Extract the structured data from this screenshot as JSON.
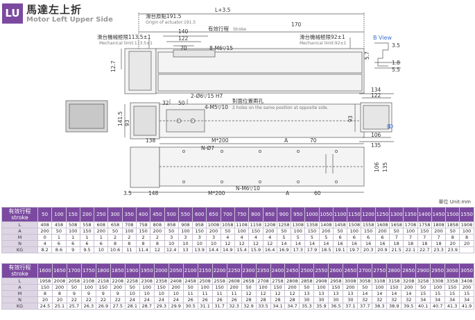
{
  "header": {
    "code": "LU",
    "title_cn": "馬達左上折",
    "title_en": "Motor Left Upper Side"
  },
  "drawing": {
    "labels": {
      "origin_cn": "滑台原點191.5",
      "origin_en": "Origin of actuator:191.5",
      "stroke_cn": "有效行程",
      "stroke_en": "Stroke",
      "mech_left_cn": "滑台機械極限113.5±1",
      "mech_left_en": "Mechanical limit:113.5±1",
      "mech_right_cn": "滑台機械極限92±1",
      "mech_right_en": "Mechanical limit:92±1",
      "holes_cn": "對面位置兩孔",
      "holes_en": "2 holes on the same position at opposite side.",
      "b_view": "B View",
      "b_mark": "B"
    },
    "dims": {
      "L35": "L+3.5",
      "d170": "170",
      "d140": "140",
      "d122": "122",
      "d70": "70",
      "m6": "8-M6▽15",
      "d127": "12.7",
      "d6h7": "2-Ø6▽15 H7",
      "m5": "4-M5▽10",
      "d32": "32",
      "d50": "50",
      "d1415": "141.5",
      "d93": "93",
      "d138": "138",
      "m200a": "M*200",
      "dA1": "A",
      "d70b": "70",
      "n7": "N-Ø7",
      "d106": "106",
      "d135": "135",
      "d35": "3.5",
      "d148": "148",
      "m200b": "M*200",
      "n10": "N-M6▽10",
      "dA2": "A",
      "d60": "60",
      "bv35": "3.5",
      "bv57": "5.7",
      "bv18": "1.8",
      "bv55": "5.5",
      "ev134": "134",
      "ev122": "122",
      "ev93": "93",
      "ev106": "106",
      "ev135": "135"
    }
  },
  "unit_label": "單位 Unit:mm",
  "tables": [
    {
      "row_labels": [
        {
          "cn": "有效行程",
          "en": "stroke"
        },
        {
          "label": "L"
        },
        {
          "label": "A"
        },
        {
          "label": "M"
        },
        {
          "label": "N"
        },
        {
          "label": "KG"
        }
      ],
      "stroke": [
        "50",
        "100",
        "150",
        "200",
        "250",
        "300",
        "350",
        "400",
        "450",
        "500",
        "550",
        "600",
        "650",
        "700",
        "750",
        "800",
        "850",
        "900",
        "950",
        "1000",
        "1050",
        "1100",
        "1150",
        "1200",
        "1250",
        "1300",
        "1350",
        "1400",
        "1450",
        "1500",
        "1550"
      ],
      "L": [
        "408",
        "458",
        "508",
        "558",
        "608",
        "658",
        "708",
        "758",
        "808",
        "858",
        "908",
        "958",
        "1008",
        "1058",
        "1108",
        "1158",
        "1208",
        "1258",
        "1308",
        "1358",
        "1408",
        "1458",
        "1508",
        "1558",
        "1608",
        "1658",
        "1708",
        "1758",
        "1808",
        "1858",
        "1908"
      ],
      "A": [
        "200",
        "50",
        "100",
        "150",
        "200",
        "50",
        "100",
        "150",
        "200",
        "50",
        "100",
        "150",
        "200",
        "50",
        "100",
        "150",
        "200",
        "50",
        "100",
        "150",
        "200",
        "50",
        "100",
        "150",
        "200",
        "50",
        "100",
        "150",
        "200",
        "50",
        "100"
      ],
      "M": [
        "0",
        "1",
        "1",
        "1",
        "1",
        "2",
        "2",
        "2",
        "2",
        "3",
        "3",
        "3",
        "3",
        "4",
        "4",
        "4",
        "4",
        "5",
        "5",
        "5",
        "5",
        "6",
        "6",
        "6",
        "6",
        "7",
        "7",
        "7",
        "7",
        "8",
        "8"
      ],
      "N": [
        "4",
        "6",
        "6",
        "6",
        "6",
        "8",
        "8",
        "8",
        "8",
        "10",
        "10",
        "10",
        "10",
        "12",
        "12",
        "12",
        "12",
        "14",
        "14",
        "14",
        "14",
        "16",
        "16",
        "16",
        "16",
        "18",
        "18",
        "18",
        "18",
        "20",
        "20"
      ],
      "KG": [
        "8.2",
        "8.6",
        "9",
        "9.5",
        "10",
        "10.6",
        "11",
        "11.4",
        "12",
        "12.4",
        "13",
        "13.9",
        "14.4",
        "14.9",
        "15.4",
        "15.9",
        "16.4",
        "16.9",
        "17.3",
        "17.9",
        "18.5",
        "19.1",
        "19.7",
        "20.3",
        "20.9",
        "21.5",
        "22.1",
        "22.7",
        "23.3",
        "23.9"
      ]
    },
    {
      "stroke": [
        "1600",
        "1650",
        "1700",
        "1750",
        "1800",
        "1850",
        "1900",
        "1950",
        "2000",
        "2050",
        "2100",
        "2150",
        "2200",
        "2250",
        "2300",
        "2350",
        "2400",
        "2450",
        "2500",
        "2550",
        "2600",
        "2650",
        "2700",
        "2750",
        "2800",
        "2850",
        "2900",
        "2950",
        "3000",
        "3050"
      ],
      "L": [
        "1958",
        "2008",
        "2058",
        "2108",
        "2158",
        "2208",
        "2258",
        "2308",
        "2358",
        "2408",
        "2458",
        "2508",
        "2558",
        "2608",
        "2658",
        "2708",
        "2758",
        "2808",
        "2858",
        "2908",
        "2958",
        "3008",
        "3058",
        "3108",
        "3158",
        "3208",
        "3258",
        "3308",
        "3358",
        "3408"
      ],
      "A": [
        "150",
        "200",
        "50",
        "100",
        "150",
        "200",
        "50",
        "100",
        "150",
        "200",
        "50",
        "100",
        "150",
        "200",
        "50",
        "100",
        "150",
        "200",
        "50",
        "100",
        "150",
        "200",
        "50",
        "100",
        "150",
        "200",
        "50",
        "100",
        "150",
        "200"
      ],
      "M": [
        "8",
        "8",
        "9",
        "9",
        "9",
        "9",
        "10",
        "10",
        "10",
        "10",
        "11",
        "11",
        "11",
        "11",
        "12",
        "12",
        "12",
        "12",
        "13",
        "13",
        "13",
        "13",
        "14",
        "14",
        "14",
        "14",
        "15",
        "15",
        "15",
        "15"
      ],
      "N": [
        "20",
        "20",
        "22",
        "22",
        "22",
        "22",
        "24",
        "24",
        "24",
        "24",
        "26",
        "26",
        "26",
        "26",
        "28",
        "28",
        "28",
        "28",
        "30",
        "30",
        "30",
        "30",
        "32",
        "32",
        "32",
        "32",
        "34",
        "34",
        "34",
        "34"
      ],
      "KG": [
        "24.5",
        "25.1",
        "25.7",
        "26.3",
        "26.9",
        "27.5",
        "28.1",
        "28.7",
        "29.3",
        "29.9",
        "30.5",
        "31.1",
        "31.7",
        "32.3",
        "32.9",
        "33.5",
        "34.1",
        "34.7",
        "35.3",
        "35.9",
        "36.5",
        "37.1",
        "37.7",
        "38.3",
        "38.9",
        "39.5",
        "40.1",
        "40.7",
        "41.3",
        "41.9"
      ]
    }
  ],
  "colors": {
    "accent": "#7b4aa0",
    "row_label_bg": "#ddd5e4",
    "b_view": "#3a6fd8"
  }
}
